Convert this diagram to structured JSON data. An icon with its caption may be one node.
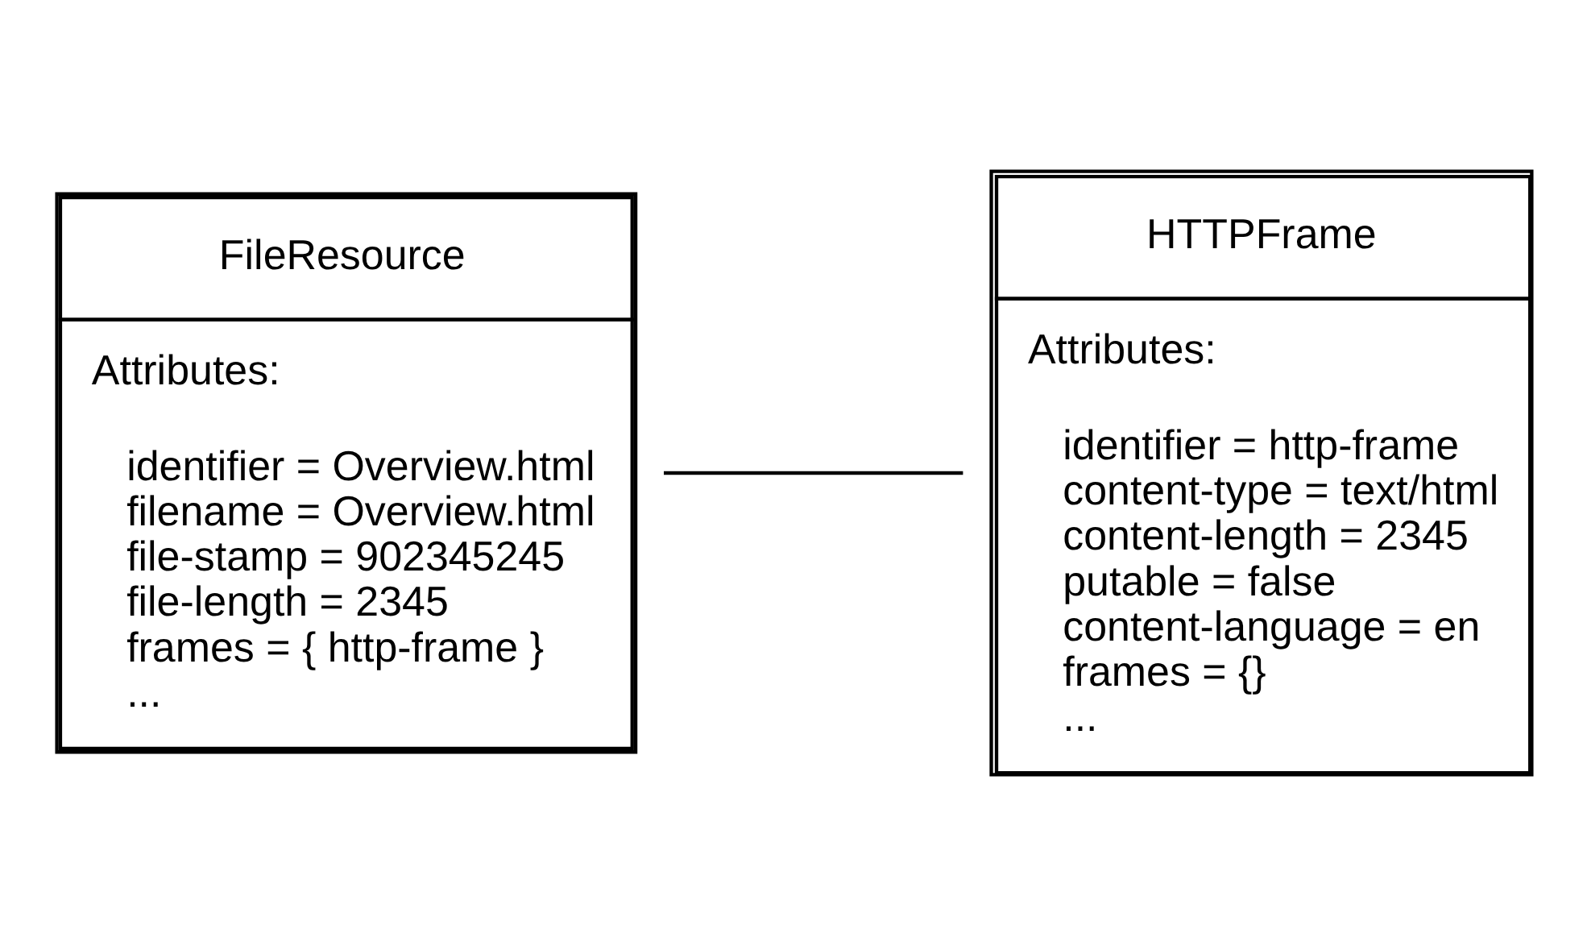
{
  "diagram": {
    "nodes": [
      {
        "text": [
          "FileResource",
          "Attributes:",
          "identifier = Overview.html",
          "filename = Overview.html",
          "file-stamp = 902345245",
          "file-length = 2345",
          "frames = { http-frame }",
          "..."
        ]
      },
      {
        "text": [
          "HTTPFrame",
          "Attributes:",
          "identifier = http-frame",
          "content-type = text/html",
          "content-length = 2345",
          "putable = false",
          "content-language = en",
          "frames = {}",
          "..."
        ]
      }
    ],
    "edges": [
      {
        "from": 0,
        "to": 1,
        "arrow": "none"
      }
    ]
  }
}
